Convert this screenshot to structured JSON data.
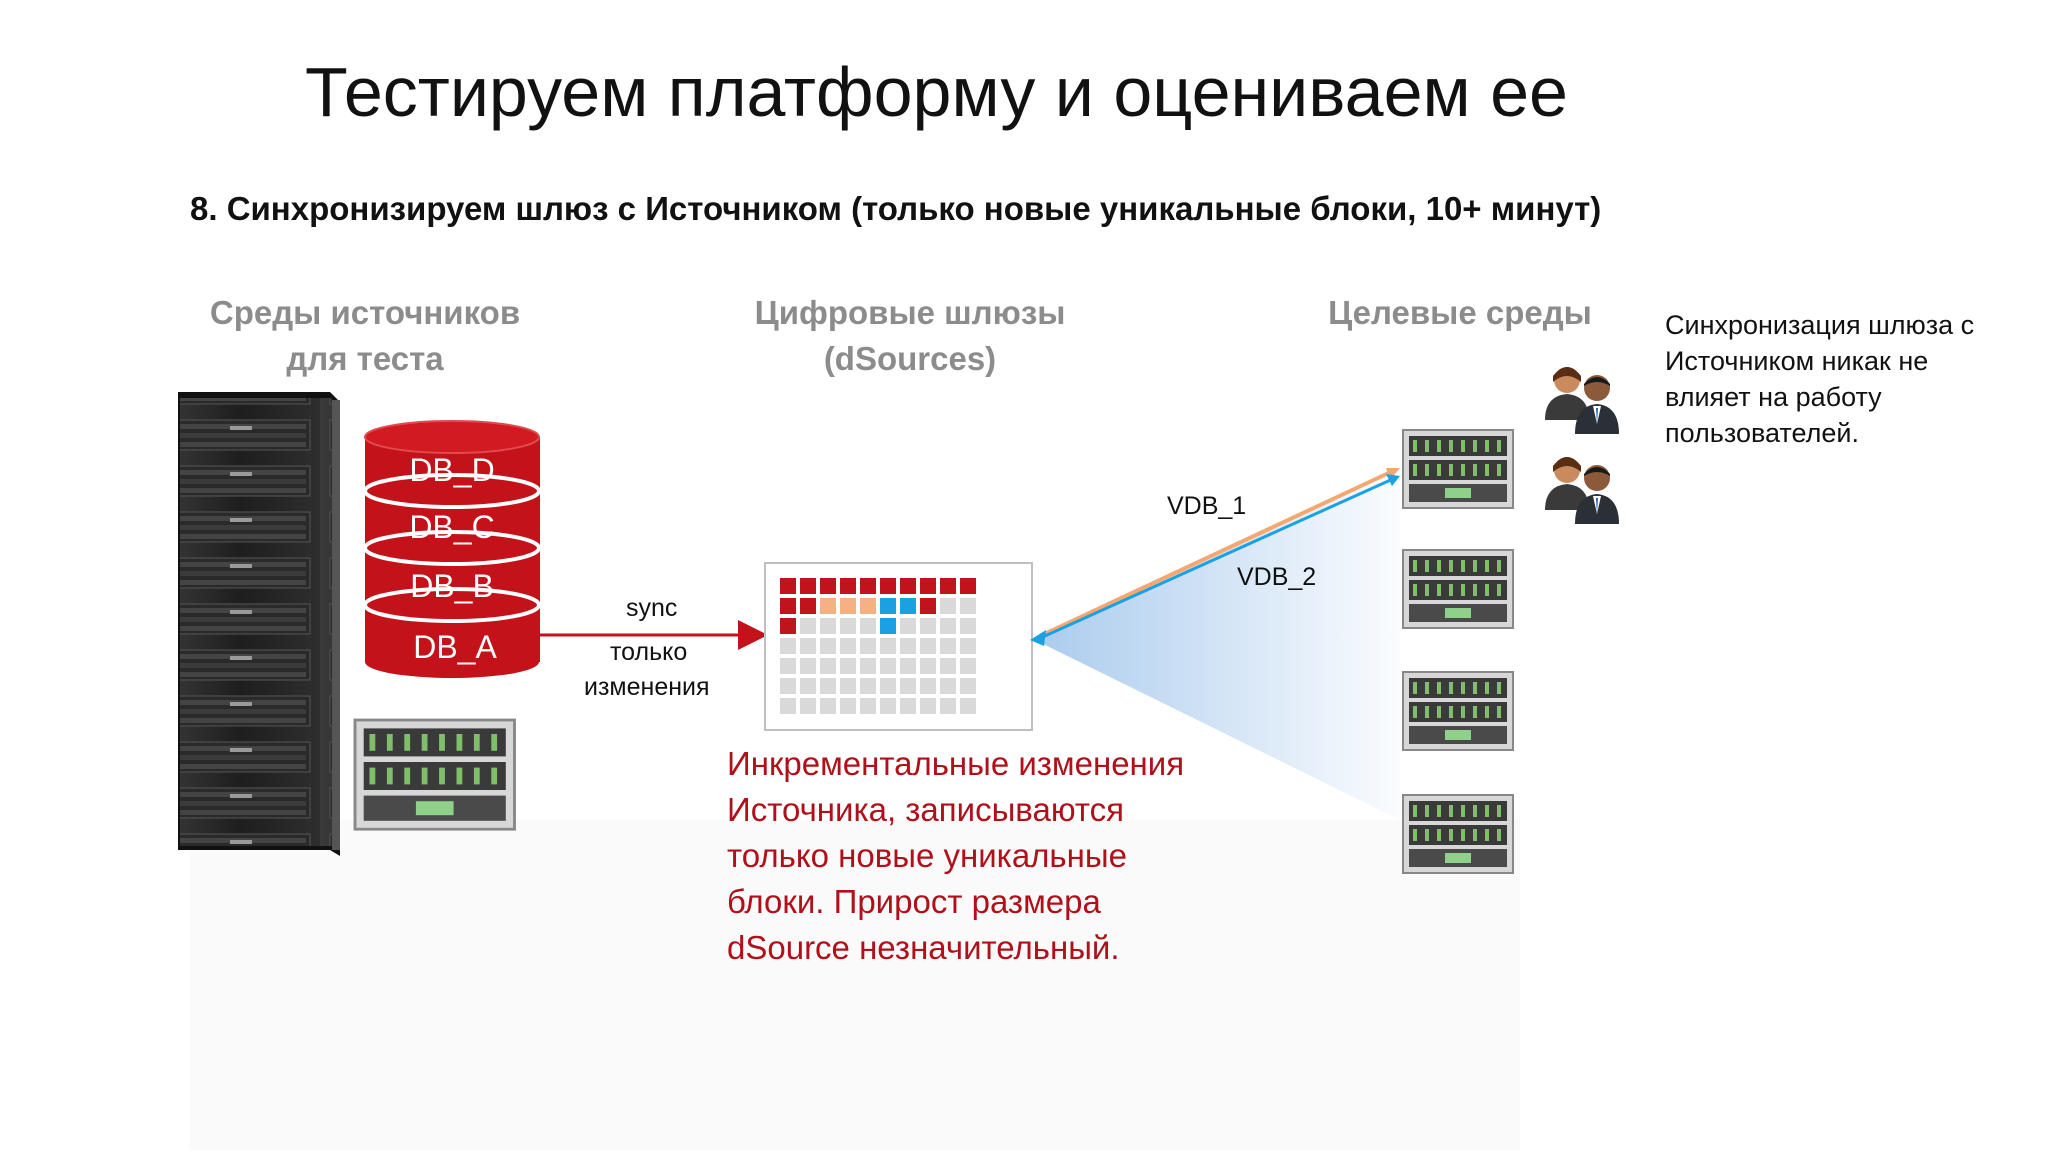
{
  "slide": {
    "title": "Тестируем платформу и оцениваем ее",
    "subtitle": "8. Синхронизируем шлюз с Источником (только новые уникальные блоки, 10+ минут)"
  },
  "columns": {
    "sources": "Среды источников для теста",
    "gateways": "Цифровые шлюзы (dSources)",
    "targets": "Целевые среды"
  },
  "databases": [
    "DB_D",
    "DB_C",
    "DB_B",
    "DB_A"
  ],
  "sync_arrow": {
    "label": "sync",
    "sublabel_line1": "только",
    "sublabel_line2": "изменения"
  },
  "vdb_links": {
    "vdb1": "VDB_1",
    "vdb2": "VDB_2"
  },
  "note": "Синхронизация шлюза с Источником никак не влияет на работу пользователей.",
  "incremental_note": "Инкрементальные изменения Источника, записываются только новые уникальные блоки. Прирост размера dSource незначительный.",
  "colors": {
    "db_red": "#c4121a",
    "block_red": "#c0141c",
    "block_orange": "#f4b183",
    "block_blue": "#1ba1e2",
    "block_gray": "#d9d9d9",
    "arrow_blue": "#1ba1e2",
    "arrow_orange": "#f4a870",
    "note_red": "#b0101a"
  },
  "icons": [
    "server-rack-icon",
    "blade-server-icon",
    "database-stack-icon",
    "block-grid-icon",
    "users-icon"
  ]
}
